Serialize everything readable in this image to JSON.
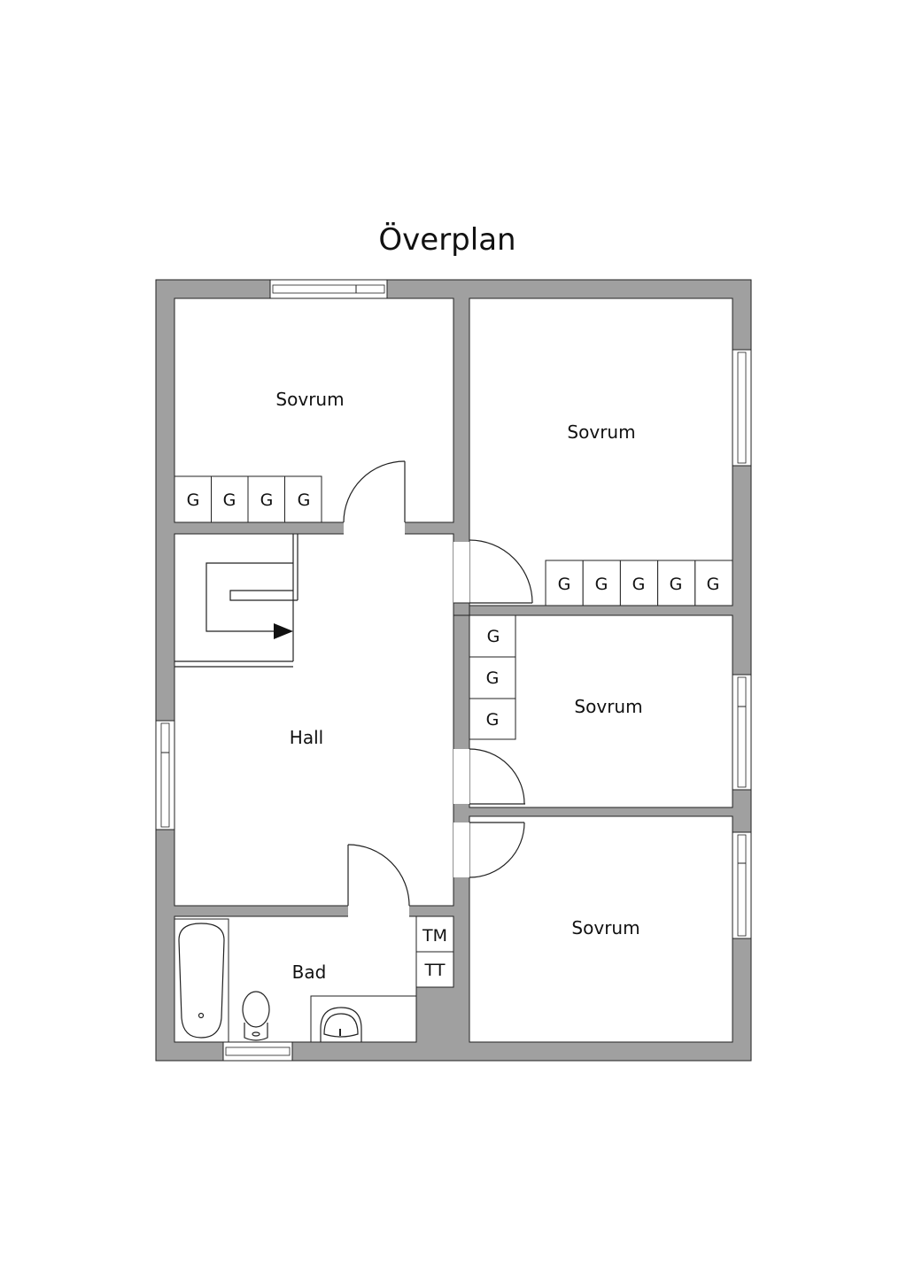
{
  "title": "Överplan",
  "rooms": {
    "bedroom_top_left": "Sovrum",
    "bedroom_top_right": "Sovrum",
    "bedroom_middle_right": "Sovrum",
    "bedroom_bottom_right": "Sovrum",
    "hall": "Hall",
    "bathroom": "Bad"
  },
  "closets": {
    "top_left": [
      "G",
      "G",
      "G",
      "G"
    ],
    "top_right": [
      "G",
      "G",
      "G",
      "G",
      "G"
    ],
    "middle_right": [
      "G",
      "G",
      "G"
    ]
  },
  "appliances": {
    "washing_machine": "TM",
    "dryer": "TT"
  },
  "colors": {
    "wall": "#a0a0a0",
    "line": "#222222"
  }
}
